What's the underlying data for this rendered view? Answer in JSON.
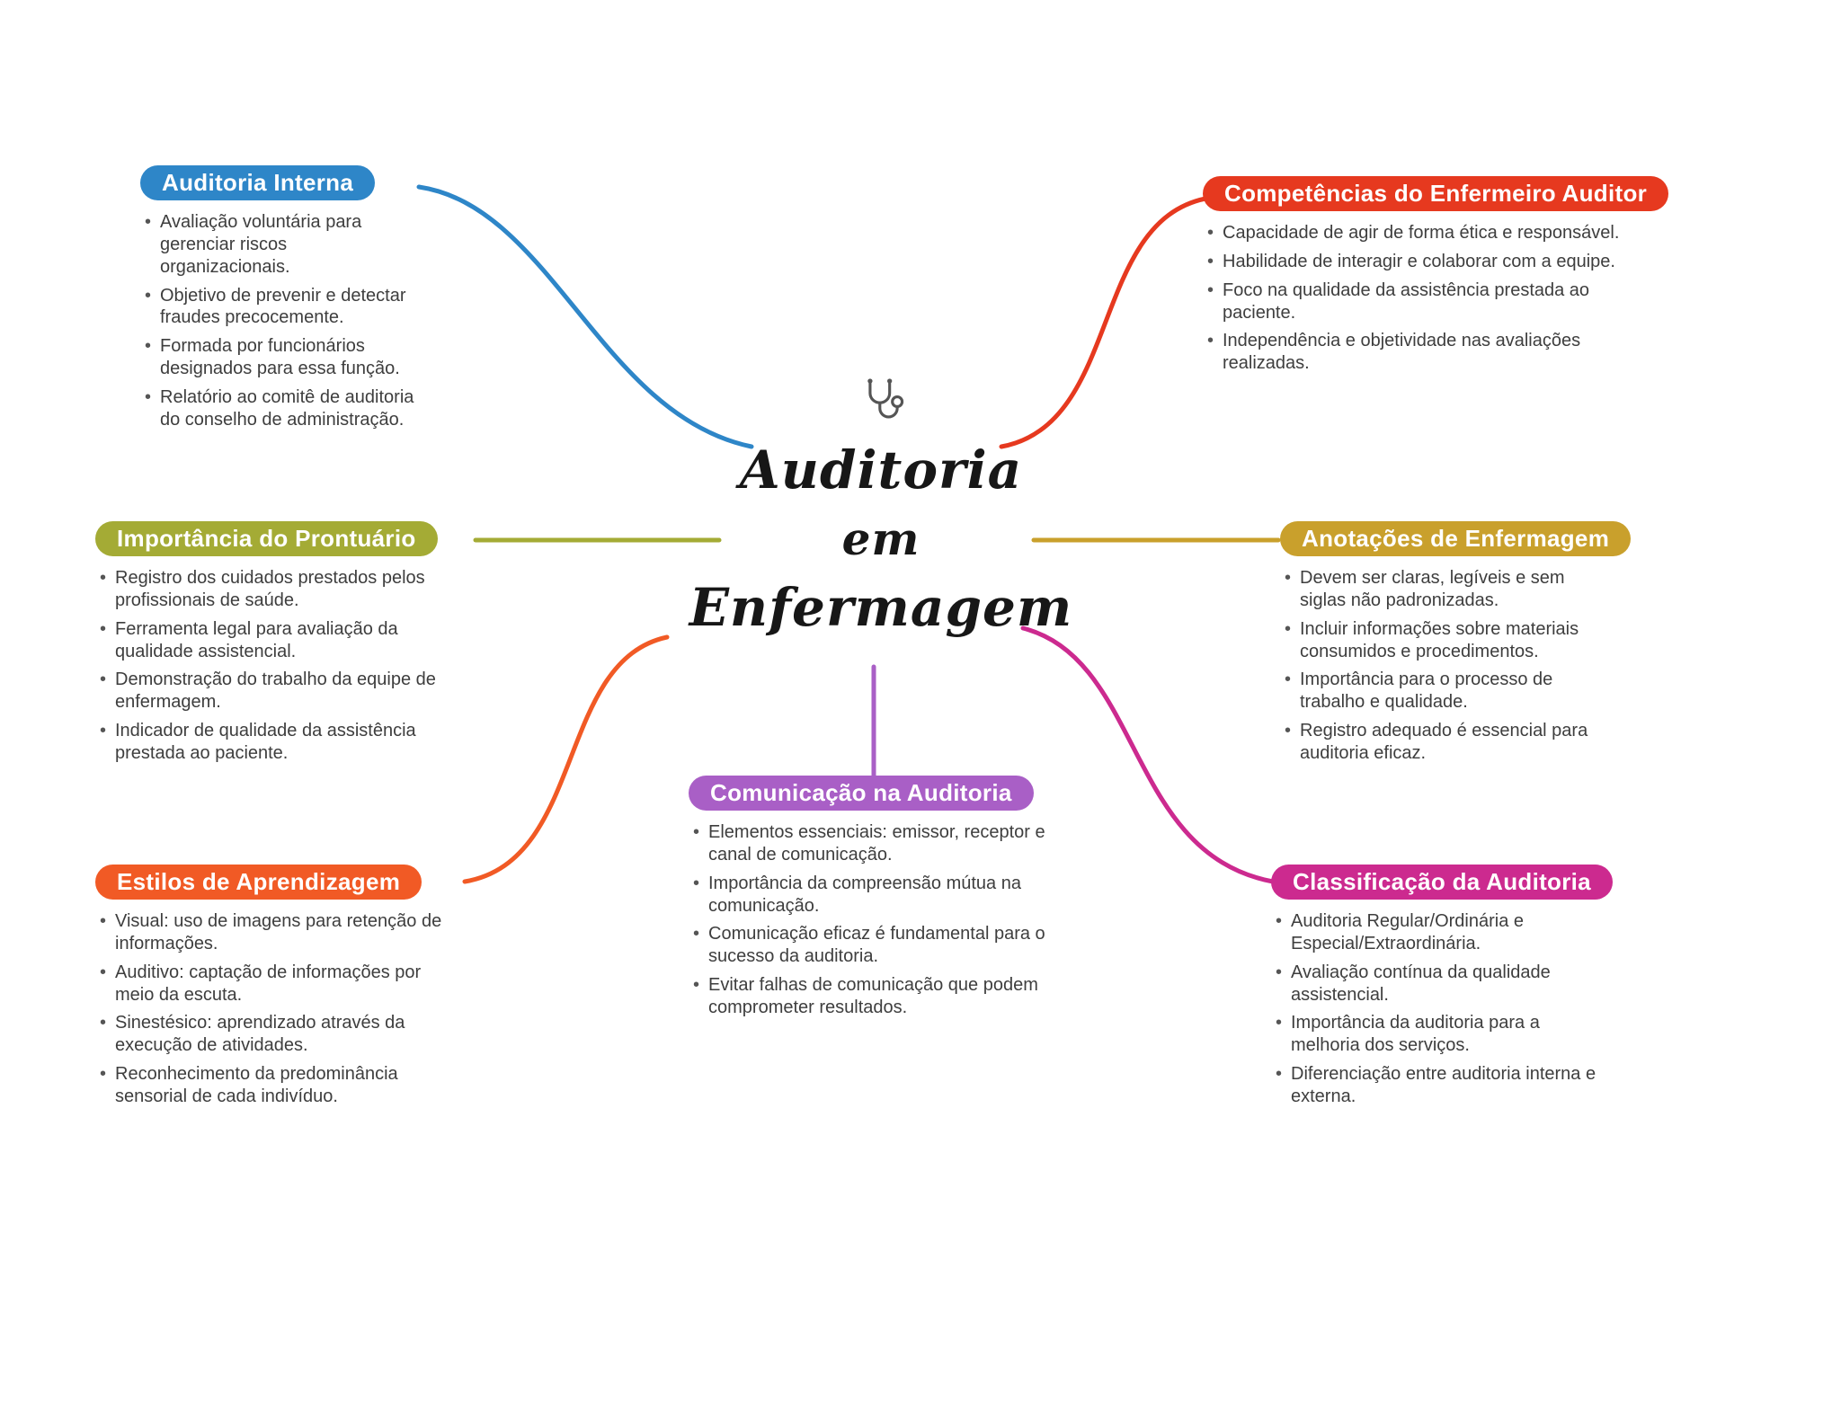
{
  "center": {
    "icon": "stethoscope-icon",
    "title_lines": [
      "Auditoria",
      "em",
      "Enfermagem"
    ]
  },
  "colors": {
    "blue": "#2e86c8",
    "red": "#e6391f",
    "olive": "#a4ab35",
    "gold": "#c9a02c",
    "orange": "#f15a25",
    "purple": "#a95fc6",
    "magenta": "#cc2a8f"
  },
  "branches": [
    {
      "label": "Auditoria Interna",
      "color": "#2e86c8",
      "items": [
        "Avaliação voluntária para gerenciar riscos organizacionais.",
        "Objetivo de prevenir e detectar fraudes precocemente.",
        "Formada por funcionários designados para essa função.",
        "Relatório ao comitê de auditoria do conselho de administração."
      ]
    },
    {
      "label": "Competências do Enfermeiro Auditor",
      "color": "#e6391f",
      "items": [
        "Capacidade de agir de forma ética e responsável.",
        "Habilidade de interagir e colaborar com a equipe.",
        "Foco na qualidade da assistência prestada ao paciente.",
        "Independência e objetividade nas avaliações realizadas."
      ]
    },
    {
      "label": "Importância do Prontuário",
      "color": "#a4ab35",
      "items": [
        "Registro dos cuidados prestados pelos profissionais de saúde.",
        "Ferramenta legal para avaliação da qualidade assistencial.",
        "Demonstração do trabalho da equipe de enfermagem.",
        "Indicador de qualidade da assistência prestada ao paciente."
      ]
    },
    {
      "label": "Anotações de Enfermagem",
      "color": "#c9a02c",
      "items": [
        "Devem ser claras, legíveis e sem siglas não padronizadas.",
        "Incluir informações sobre materiais consumidos e procedimentos.",
        "Importância para o processo de trabalho e qualidade.",
        "Registro adequado é essencial para auditoria eficaz."
      ]
    },
    {
      "label": "Estilos de Aprendizagem",
      "color": "#f15a25",
      "items": [
        "Visual: uso de imagens para retenção de informações.",
        "Auditivo: captação de informações por meio da escuta.",
        "Sinestésico: aprendizado através da execução de atividades.",
        "Reconhecimento da predominância sensorial de cada indivíduo."
      ]
    },
    {
      "label": "Comunicação na Auditoria",
      "color": "#a95fc6",
      "items": [
        "Elementos essenciais: emissor, receptor e canal de comunicação.",
        "Importância da compreensão mútua na comunicação.",
        "Comunicação eficaz é fundamental para o sucesso da auditoria.",
        "Evitar falhas de comunicação que podem comprometer resultados."
      ]
    },
    {
      "label": "Classificação da Auditoria",
      "color": "#cc2a8f",
      "items": [
        "Auditoria Regular/Ordinária e Especial/Extraordinária.",
        "Avaliação contínua da qualidade assistencial.",
        "Importância da auditoria para a melhoria dos serviços.",
        "Diferenciação entre auditoria interna e externa."
      ]
    }
  ]
}
